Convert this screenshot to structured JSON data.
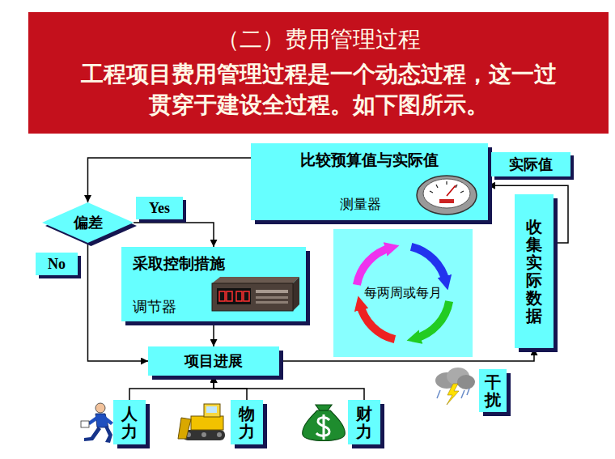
{
  "diagram": {
    "nodes": [
      {
        "text": [
          "（二）费用管理过程",
          "工程项目费用管理过程是一个动态过程，这一过贯穿于建设全过程。如下图所示。"
        ]
      },
      {
        "text": [
          "比较预算值与实际值",
          "测量器"
        ]
      },
      {
        "text": [
          "偏差"
        ]
      },
      {
        "text": [
          "采取控制措施",
          "调节器"
        ]
      },
      {
        "text": [
          "每两周或每月"
        ]
      },
      {
        "text": [
          "收集实际数据"
        ]
      },
      {
        "text": [
          "项目进展"
        ]
      },
      {
        "text": [
          "干扰"
        ]
      },
      {
        "text": [
          "人力"
        ]
      },
      {
        "text": [
          "物力"
        ]
      },
      {
        "text": [
          "财力"
        ]
      }
    ],
    "edges": [
      {
        "from": 1,
        "to": 2,
        "arrow": "to"
      },
      {
        "from": 2,
        "to": 3,
        "label": "Yes",
        "arrow": "to"
      },
      {
        "from": 2,
        "to": 6,
        "label": "No",
        "arrow": "to"
      },
      {
        "from": 3,
        "to": 6,
        "arrow": "to"
      },
      {
        "from": 6,
        "to": 5,
        "arrow": "to"
      },
      {
        "from": 5,
        "to": 1,
        "label": "实际值",
        "arrow": "to"
      },
      {
        "from": 8,
        "to": 6,
        "arrow": "to"
      },
      {
        "from": 9,
        "to": 6,
        "arrow": "to"
      },
      {
        "from": 10,
        "to": 6,
        "arrow": "to"
      }
    ]
  }
}
